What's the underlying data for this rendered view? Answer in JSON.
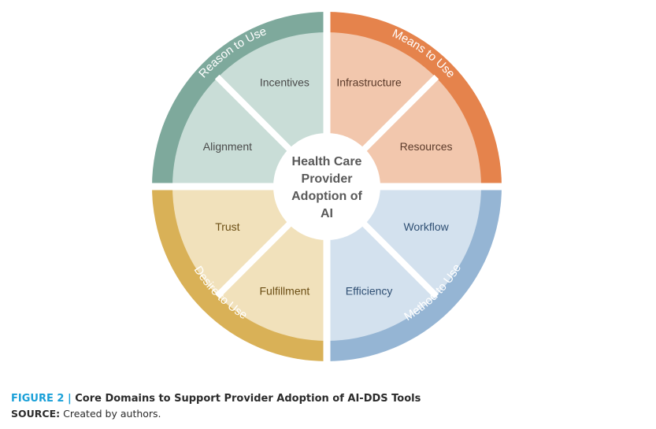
{
  "center_title": [
    "Health Care",
    "Provider",
    "Adoption of",
    "AI"
  ],
  "quadrants": [
    {
      "title": "Reason to Use",
      "color_outer": "#7ea99c",
      "color_inner": "#c9ddd7",
      "text_color": "#4a4a4a",
      "segments": [
        "Incentives",
        "Alignment"
      ]
    },
    {
      "title": "Means to Use",
      "color_outer": "#e5834c",
      "color_inner": "#f2c7ad",
      "text_color": "#5a3a2a",
      "segments": [
        "Infrastructure",
        "Resources"
      ]
    },
    {
      "title": "Method to Use",
      "color_outer": "#95b5d4",
      "color_inner": "#d3e1ee",
      "text_color": "#2f4f73",
      "segments": [
        "Workflow",
        "Efficiency"
      ]
    },
    {
      "title": "Desire to Use",
      "color_outer": "#d9b157",
      "color_inner": "#f1e1bb",
      "text_color": "#6b4e14",
      "segments": [
        "Trust",
        "Fulfillment"
      ]
    }
  ],
  "caption": {
    "figure_label": "FIGURE 2",
    "separator": "|",
    "title": "Core Domains to Support Provider Adoption of AI-DDS Tools",
    "source_label": "SOURCE:",
    "source_text": "Created by authors."
  }
}
